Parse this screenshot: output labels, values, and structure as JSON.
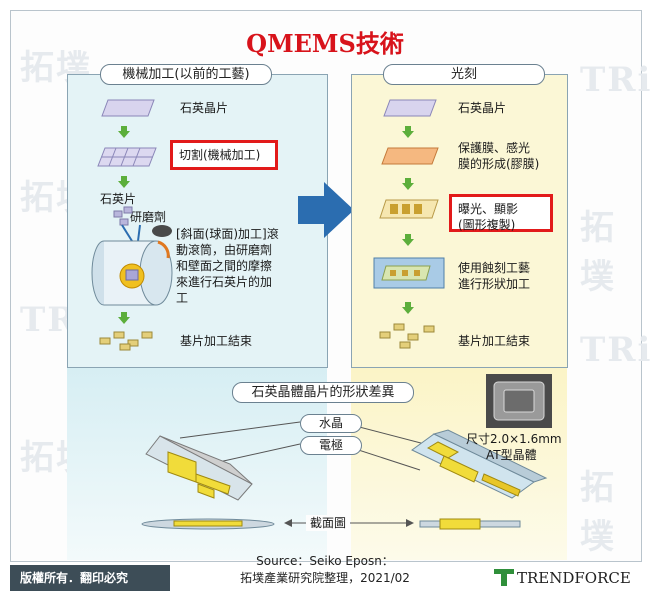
{
  "title": "QMEMS技術",
  "left_panel": {
    "tab": "機械加工(以前的工藝)",
    "step1": "石英晶片",
    "step2_box": "切割(機械加工)",
    "quartz_label": "石英片",
    "abrasive_label": "研磨劑",
    "desc": [
      "[斜面(球面)加工]滾",
      "動滾筒，由研磨劑",
      "和壁面之間的摩擦",
      "來進行石英片的加",
      "工"
    ],
    "step_end": "基片加工結束"
  },
  "right_panel": {
    "tab": "光刻",
    "step1": "石英晶片",
    "step2": [
      "保護膜、感光",
      "膜的形成(膠膜)"
    ],
    "step3_box": [
      "曝光、顯影",
      "(圖形複製)"
    ],
    "step4": [
      "使用蝕刻工藝",
      "進行形狀加工"
    ],
    "step_end": "基片加工結束"
  },
  "lower": {
    "heading": "石英晶體晶片的形狀差異",
    "crystal": "水晶",
    "electrode": "電極",
    "cross_section": "截面圖",
    "size": [
      "尺寸2.0×1.6mm",
      "AT型晶體"
    ]
  },
  "footer": {
    "copyright": "版權所有．翻印必究",
    "source": [
      "Source：Seiko Eposn：",
      "拓墣產業研究院整理，2021/02"
    ],
    "brand": "TRENDFORCE"
  },
  "colors": {
    "title": "#d8131b",
    "highlight_box": "#e21a1a",
    "left_panel": "#e4f3f6",
    "right_panel": "#fbf7d6",
    "step_arrow": "#5cae3b",
    "big_arrow": "#2b6db0",
    "footer_bar": "#3d4d57"
  }
}
